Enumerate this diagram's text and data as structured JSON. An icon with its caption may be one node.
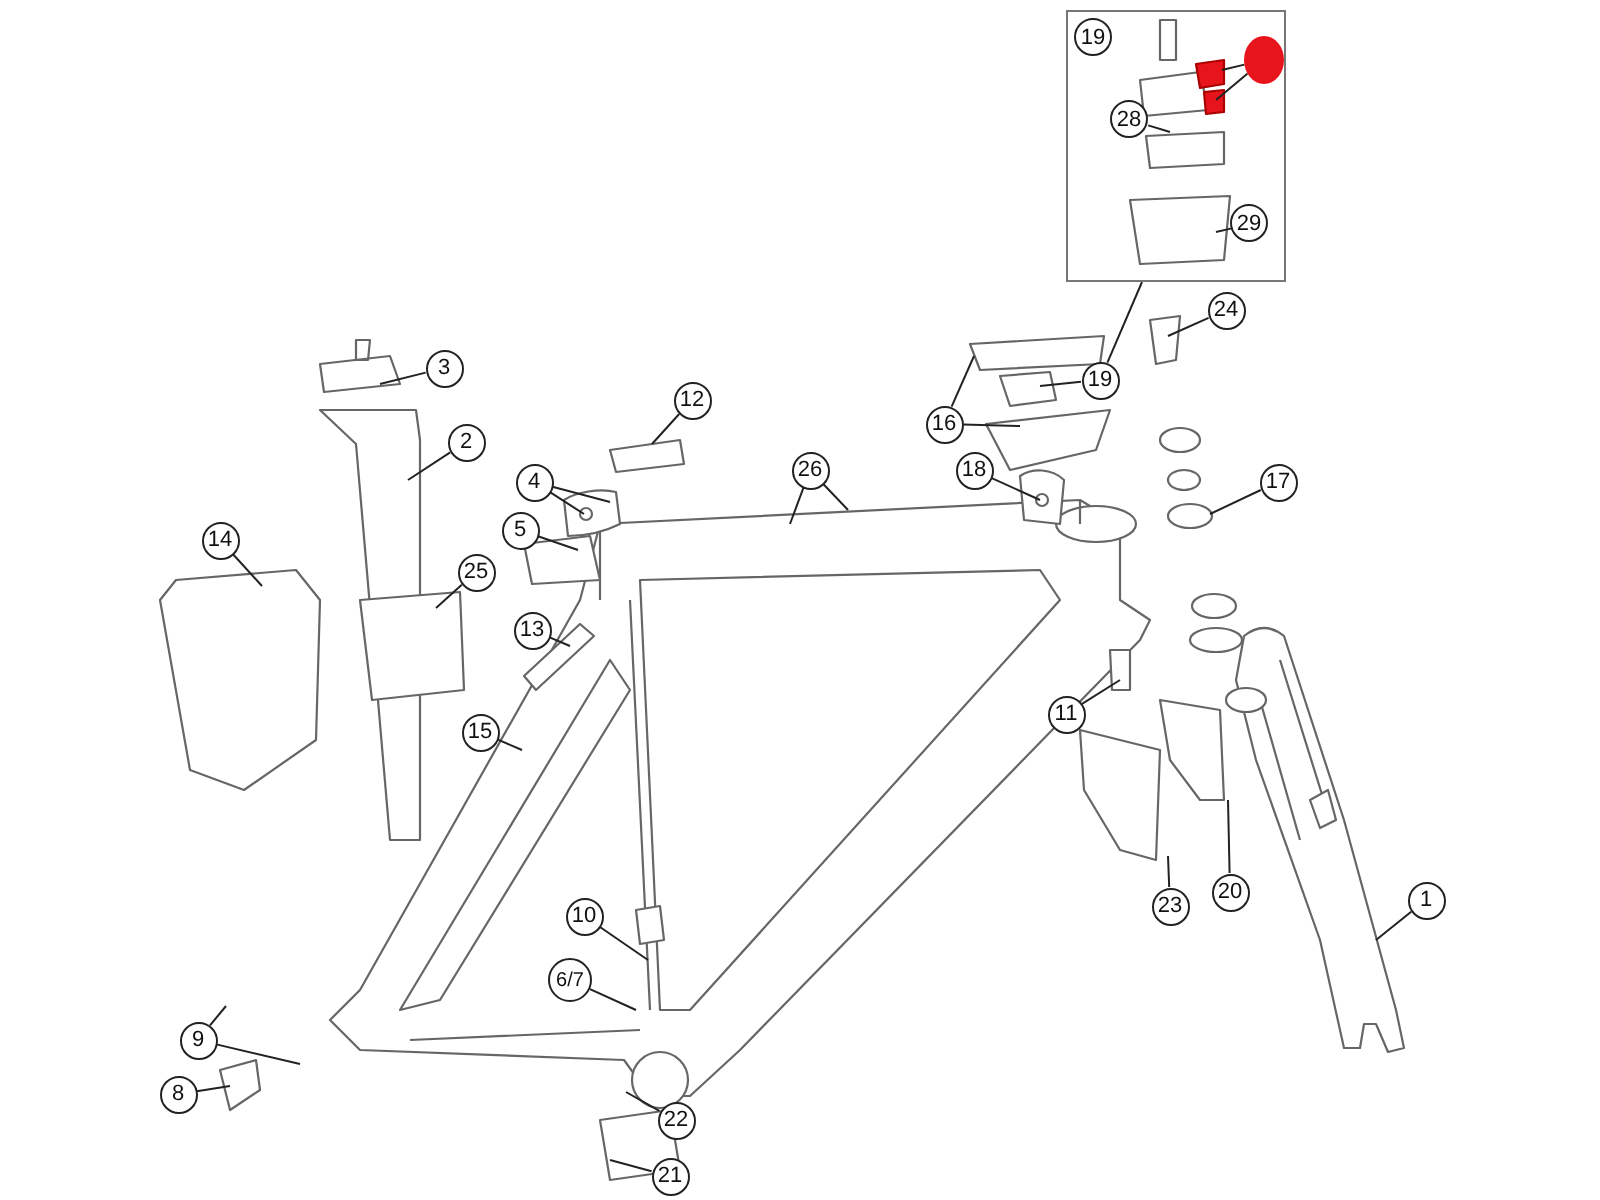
{
  "diagram": {
    "nodes": [
      {
        "text": [],
        "shape": "box"
      },
      {
        "text": [
          "19"
        ],
        "in": 0
      },
      {
        "text": [],
        "shape": "circle",
        "in": 0
      },
      {
        "text": [
          "28"
        ],
        "in": 0
      },
      {
        "text": [
          "29"
        ],
        "in": 0
      },
      {
        "text": [
          "24"
        ]
      },
      {
        "text": [
          "3"
        ]
      },
      {
        "text": [
          "19"
        ]
      },
      {
        "text": [
          "12"
        ]
      },
      {
        "text": [
          "16"
        ]
      },
      {
        "text": [
          "2"
        ]
      },
      {
        "text": [
          "26"
        ]
      },
      {
        "text": [
          "18"
        ]
      },
      {
        "text": [
          "4"
        ]
      },
      {
        "text": [
          "17"
        ]
      },
      {
        "text": [
          "5"
        ]
      },
      {
        "text": [
          "14"
        ]
      },
      {
        "text": [
          "25"
        ]
      },
      {
        "text": [
          "13"
        ]
      },
      {
        "text": [
          "11"
        ]
      },
      {
        "text": [
          "15"
        ]
      },
      {
        "text": [
          "1"
        ]
      },
      {
        "text": [
          "20"
        ]
      },
      {
        "text": [
          "23"
        ]
      },
      {
        "text": [
          "10"
        ]
      },
      {
        "text": [
          "6/7"
        ]
      },
      {
        "text": [
          "9"
        ]
      },
      {
        "text": [
          "8"
        ]
      },
      {
        "text": [
          "22"
        ]
      },
      {
        "text": [
          "21"
        ]
      }
    ],
    "edges": [
      {
        "from": 0,
        "to": 7,
        "arrow": "none"
      },
      {
        "from": 2,
        "to": null,
        "arrow": "none"
      },
      {
        "from": 2,
        "to": null,
        "arrow": "none"
      },
      {
        "from": 3,
        "to": null,
        "arrow": "none"
      },
      {
        "from": 4,
        "to": null,
        "arrow": "none"
      },
      {
        "from": 5,
        "to": null,
        "arrow": "none"
      },
      {
        "from": 6,
        "to": null,
        "arrow": "none"
      },
      {
        "from": 7,
        "to": null,
        "arrow": "none"
      },
      {
        "from": 8,
        "to": null,
        "arrow": "none"
      },
      {
        "from": 9,
        "to": null,
        "arrow": "none"
      },
      {
        "from": 9,
        "to": null,
        "arrow": "none"
      },
      {
        "from": 10,
        "to": null,
        "arrow": "none"
      },
      {
        "from": 11,
        "to": null,
        "arrow": "none"
      },
      {
        "from": 11,
        "to": null,
        "arrow": "none"
      },
      {
        "from": 12,
        "to": null,
        "arrow": "none"
      },
      {
        "from": 13,
        "to": null,
        "arrow": "none"
      },
      {
        "from": 13,
        "to": null,
        "arrow": "none"
      },
      {
        "from": 14,
        "to": null,
        "arrow": "none"
      },
      {
        "from": 15,
        "to": null,
        "arrow": "none"
      },
      {
        "from": 16,
        "to": null,
        "arrow": "none"
      },
      {
        "from": 17,
        "to": null,
        "arrow": "none"
      },
      {
        "from": 18,
        "to": null,
        "arrow": "none"
      },
      {
        "from": 19,
        "to": null,
        "arrow": "none"
      },
      {
        "from": 20,
        "to": null,
        "arrow": "none"
      },
      {
        "from": 21,
        "to": null,
        "arrow": "none"
      },
      {
        "from": 22,
        "to": null,
        "arrow": "none"
      },
      {
        "from": 23,
        "to": null,
        "arrow": "none"
      },
      {
        "from": 24,
        "to": null,
        "arrow": "none"
      },
      {
        "from": 25,
        "to": null,
        "arrow": "none"
      },
      {
        "from": 26,
        "to": null,
        "arrow": "none"
      },
      {
        "from": 26,
        "to": null,
        "arrow": "none"
      },
      {
        "from": 27,
        "to": null,
        "arrow": "none"
      },
      {
        "from": 28,
        "to": null,
        "arrow": "none"
      },
      {
        "from": 29,
        "to": null,
        "arrow": "none"
      }
    ]
  }
}
